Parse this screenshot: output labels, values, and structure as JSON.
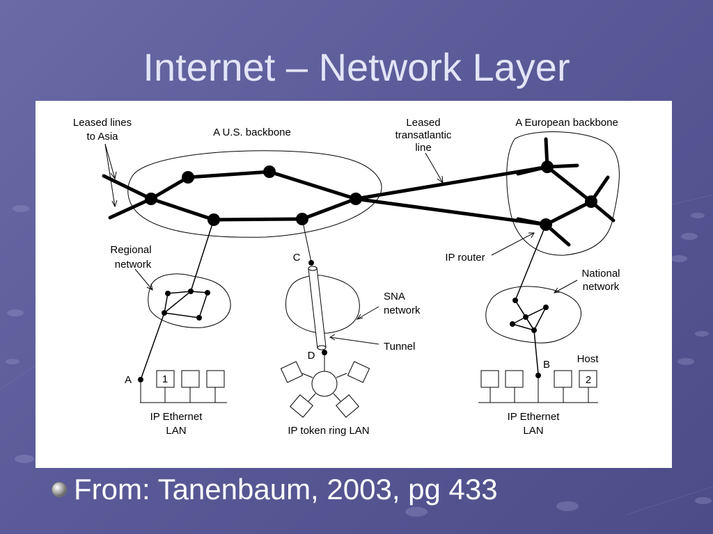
{
  "slide": {
    "title": "Internet – Network Layer",
    "bullet": "From: Tanenbaum, 2003, pg 433"
  },
  "diagram": {
    "labels": {
      "leased_asia_1": "Leased lines",
      "leased_asia_2": "to Asia",
      "us_backbone": "A U.S. backbone",
      "leased_trans_1": "Leased",
      "leased_trans_2": "transatlantic",
      "leased_trans_3": "line",
      "euro_backbone": "A European backbone",
      "regional_1": "Regional",
      "regional_2": "network",
      "ip_router": "IP router",
      "national_1": "National",
      "national_2": "network",
      "sna_1": "SNA",
      "sna_2": "network",
      "tunnel": "Tunnel",
      "c": "C",
      "d": "D",
      "a": "A",
      "b": "B",
      "host": "Host",
      "host1": "1",
      "host2": "2",
      "ip_eth_left_1": "IP Ethernet",
      "ip_eth_left_2": "LAN",
      "token_ring": "IP token ring LAN",
      "ip_eth_right_1": "IP Ethernet",
      "ip_eth_right_2": "LAN"
    }
  },
  "colors": {
    "background": "#5e5e9c",
    "title": "#e4e4f8",
    "panel": "#ffffff"
  }
}
